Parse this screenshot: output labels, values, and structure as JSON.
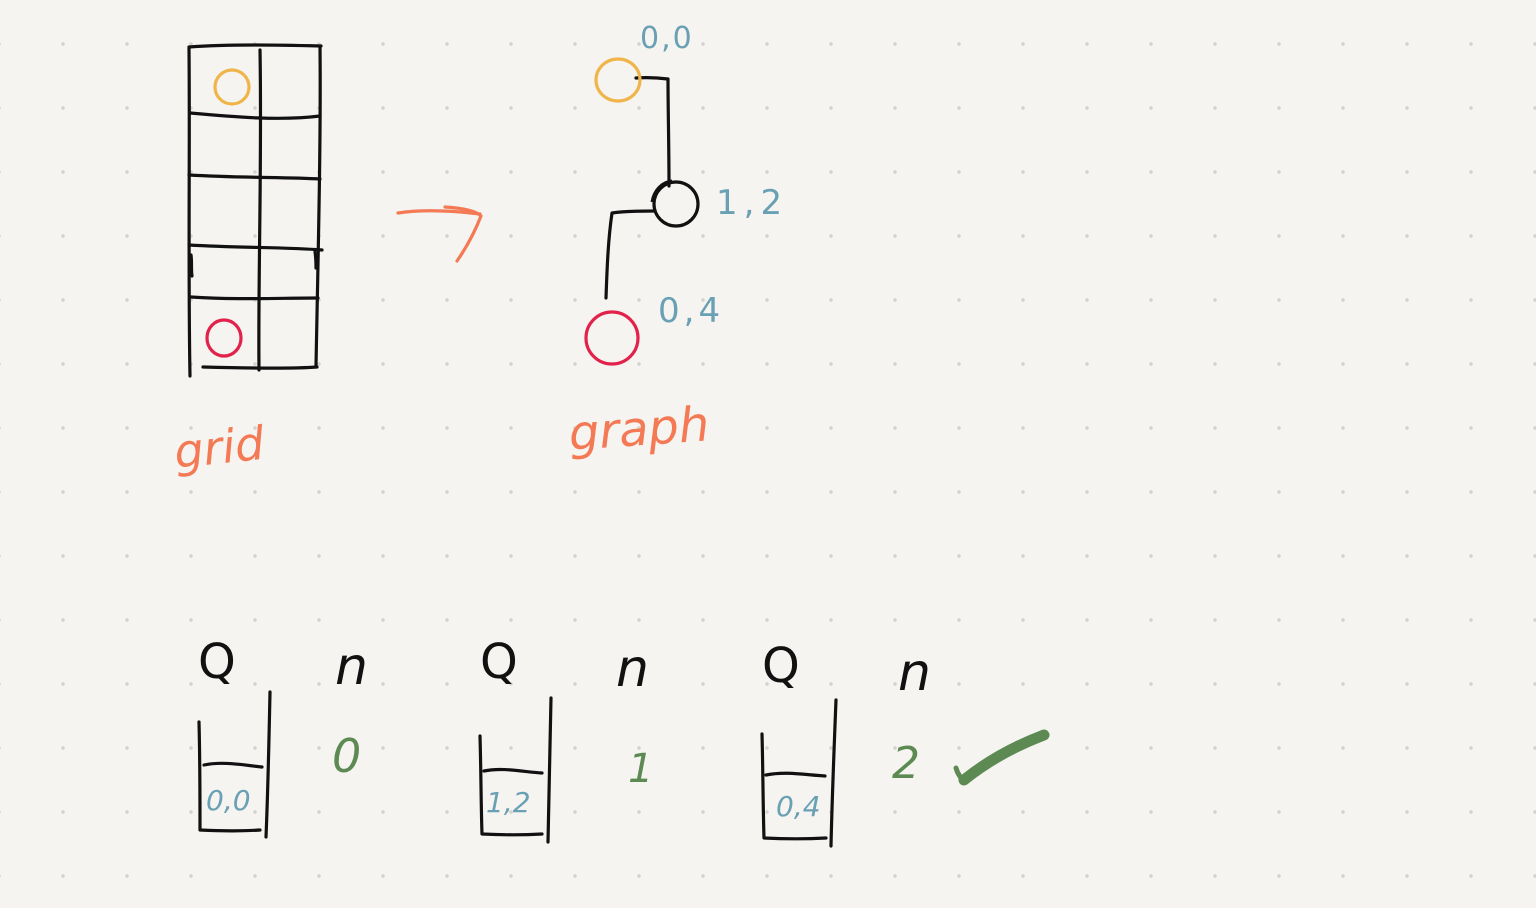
{
  "colors": {
    "ink": "#111111",
    "orange": "#f47a55",
    "yellow": "#f0b54a",
    "red": "#e2224a",
    "blue": "#6aa0b4",
    "green": "#5d8a52"
  },
  "labels": {
    "grid": "grid",
    "graph": "graph"
  },
  "graph_nodes": [
    {
      "label": "0,0"
    },
    {
      "label": "1,2"
    },
    {
      "label": "0,4"
    }
  ],
  "queue_states": [
    {
      "q_label": "Q",
      "n_label": "n",
      "queue_item": "0,0",
      "n_value": "0"
    },
    {
      "q_label": "Q",
      "n_label": "n",
      "queue_item": "1,2",
      "n_value": "1"
    },
    {
      "q_label": "Q",
      "n_label": "n",
      "queue_item": "0,4",
      "n_value": "2"
    }
  ],
  "icons": {
    "arrow": "arrow-right-icon",
    "done": "checkmark-icon"
  }
}
